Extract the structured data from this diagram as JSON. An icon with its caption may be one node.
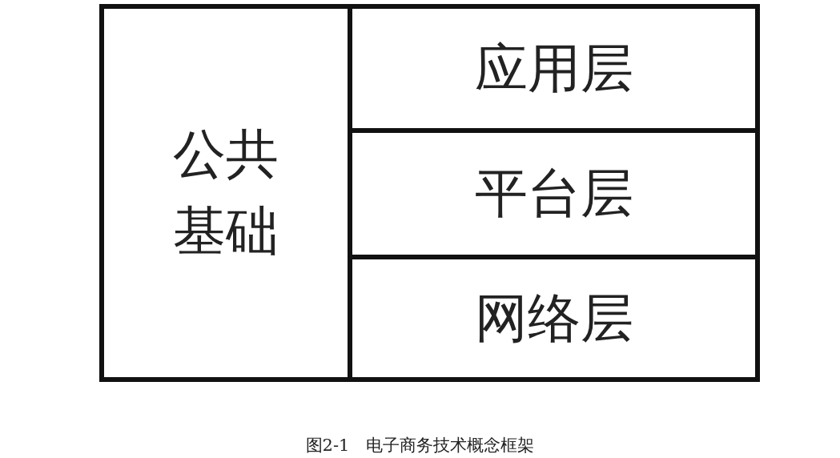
{
  "diagram": {
    "caption": "图2-1　电子商务技术概念框架",
    "nodes": [
      {
        "text": [
          "公共基础"
        ]
      },
      {
        "text": [
          "应用层"
        ]
      },
      {
        "text": [
          "平台层"
        ]
      },
      {
        "text": [
          "网络层"
        ]
      }
    ]
  }
}
